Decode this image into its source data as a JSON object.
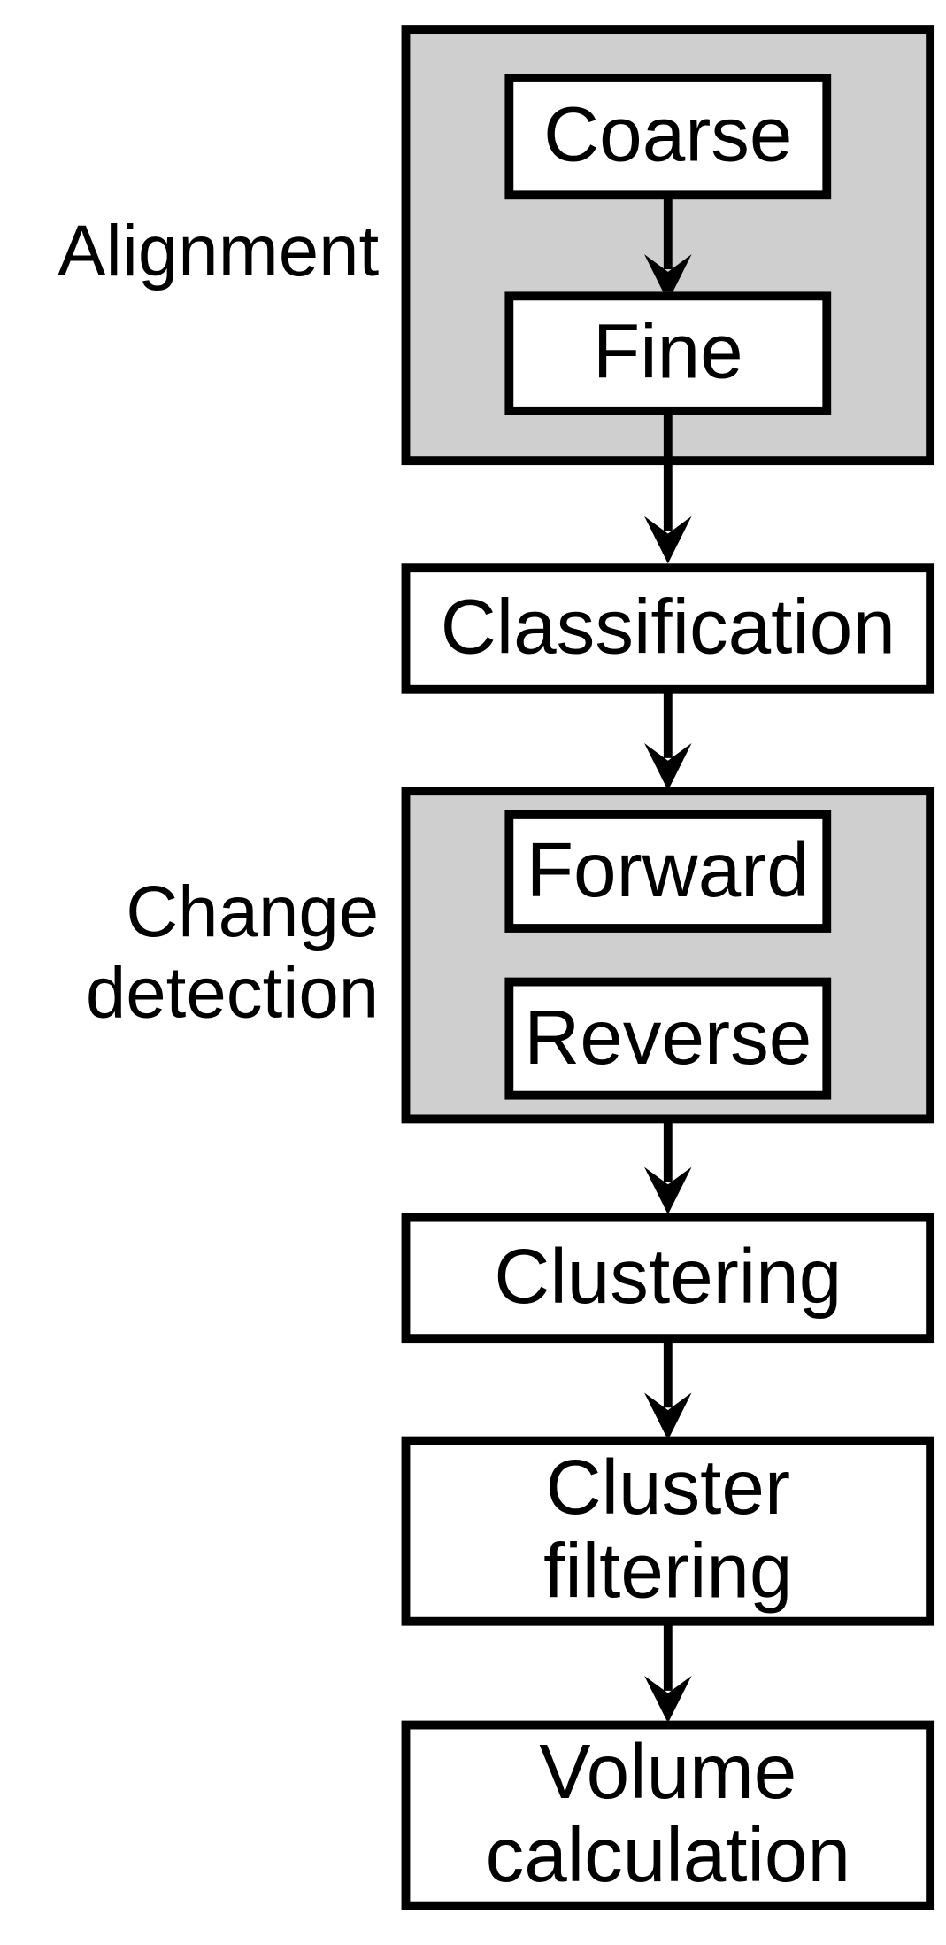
{
  "diagram": {
    "type": "flowchart",
    "orientation": "vertical",
    "title": "",
    "colors": {
      "group_fill": "#cfcfcf",
      "node_fill": "#ffffff",
      "stroke": "#000000",
      "background": "#ffffff"
    },
    "group_labels": [
      {
        "id": "alignment",
        "text": "Alignment"
      },
      {
        "id": "change-detection",
        "text": "Change\ndetection"
      }
    ],
    "groups": [
      {
        "id": "alignment",
        "label": "Alignment",
        "shaded": true,
        "children": [
          "Coarse",
          "Fine"
        ],
        "internal_arrows": 1
      },
      {
        "id": "change-detection",
        "label": "Change detection",
        "shaded": true,
        "children": [
          "Forward",
          "Reverse"
        ],
        "internal_arrows": 0
      }
    ],
    "nodes": [
      {
        "id": "coarse",
        "label": "Coarse",
        "group": "alignment"
      },
      {
        "id": "fine",
        "label": "Fine",
        "group": "alignment"
      },
      {
        "id": "classification",
        "label": "Classification",
        "group": null
      },
      {
        "id": "forward",
        "label": "Forward",
        "group": "change-detection"
      },
      {
        "id": "reverse",
        "label": "Reverse",
        "group": "change-detection"
      },
      {
        "id": "clustering",
        "label": "Clustering",
        "group": null
      },
      {
        "id": "cluster-filtering",
        "label": "Cluster\nfiltering",
        "group": null
      },
      {
        "id": "volume-calculation",
        "label": "Volume\ncalculation",
        "group": null
      }
    ],
    "edges": [
      {
        "from": "coarse",
        "to": "fine",
        "style": "solid-arrow"
      },
      {
        "from": "alignment",
        "to": "classification",
        "style": "solid-arrow"
      },
      {
        "from": "classification",
        "to": "change-detection",
        "style": "solid-arrow"
      },
      {
        "from": "change-detection",
        "to": "clustering",
        "style": "solid-arrow"
      },
      {
        "from": "clustering",
        "to": "cluster-filtering",
        "style": "solid-arrow"
      },
      {
        "from": "cluster-filtering",
        "to": "volume-calculation",
        "style": "solid-arrow"
      }
    ]
  }
}
